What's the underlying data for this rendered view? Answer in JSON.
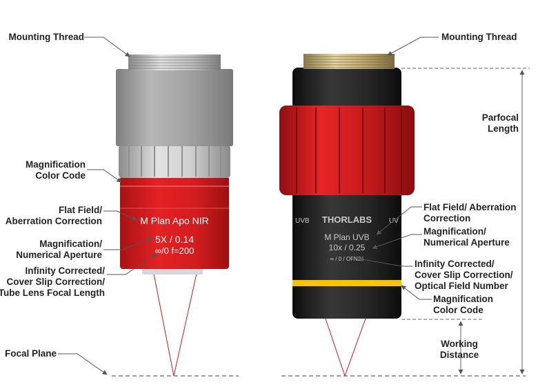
{
  "colors": {
    "red_band": "#d81d1f",
    "red_collar": "#d41e1e",
    "gray_body": "#9b9b9b",
    "black_body": "#1c1c1c",
    "yellow_band": "#f7c400",
    "focus_ray": "#d01818",
    "leader": "#555555"
  },
  "left_objective": {
    "callouts": {
      "mounting_thread": "Mounting Thread",
      "mag_color_code": [
        "Magnification",
        "Color Code"
      ],
      "flat_field": [
        "Flat Field/",
        "Aberration Correction"
      ],
      "mag_na": [
        "Magnification/",
        "Numerical Aperture"
      ],
      "infinity": [
        "Infinity Corrected/",
        "Cover Slip Correction/",
        "Tube Lens Focal Length"
      ],
      "focal_plane": "Focal Plane"
    },
    "engraving": {
      "name": "M Plan Apo NIR",
      "mag_na": "5X / 0.14",
      "infinity": "∞/0 f=200"
    }
  },
  "right_objective": {
    "callouts": {
      "mounting_thread": "Mounting Thread",
      "parfocal": [
        "Parfocal",
        "Length"
      ],
      "flat_field": [
        "Flat Field/ Aberration",
        "Correction"
      ],
      "mag_na": [
        "Magnification/",
        "Numerical Aperture"
      ],
      "infinity": [
        "Infinity Corrected/",
        "Cover Slip Correction/",
        "Optical Field Number"
      ],
      "mag_color_code": [
        "Magnification",
        "Color Code"
      ],
      "working_distance": [
        "Working",
        "Distance"
      ]
    },
    "engraving": {
      "brand": "THORLABS",
      "name": "M Plan UVB",
      "mag_na": "10x / 0.25",
      "infinity": "∞ / 0 / OFN24",
      "side_left": "UVB",
      "side_right": "UV"
    }
  }
}
